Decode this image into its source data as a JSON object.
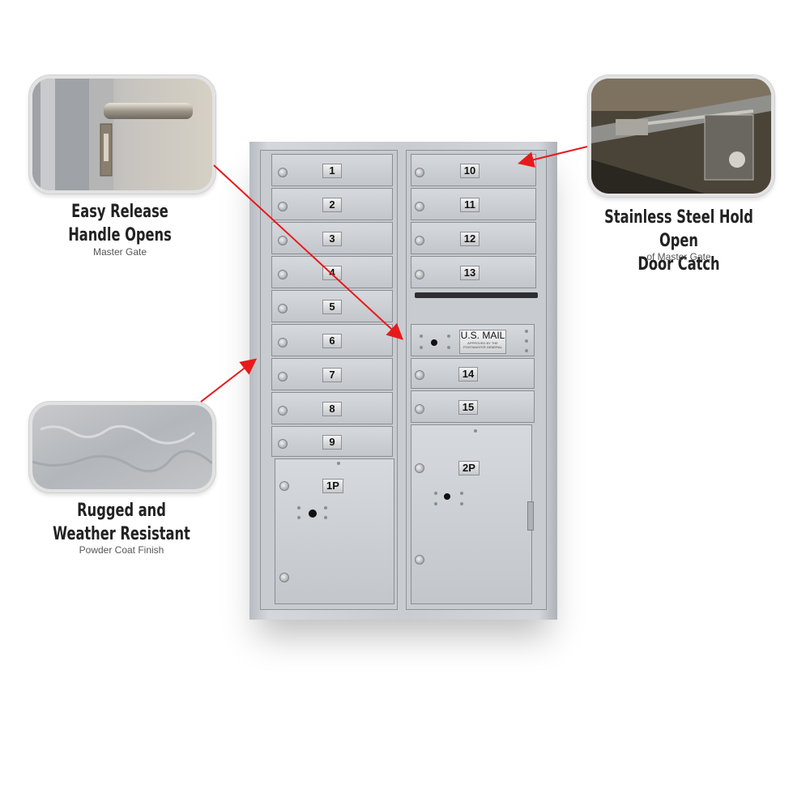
{
  "callouts": {
    "top_left": {
      "title_line1": "Easy Release",
      "title_line2": "Handle Opens",
      "subtitle": "Master Gate",
      "photo_icon": "handle-latch-photo"
    },
    "bottom_left": {
      "title_line1": "Rugged and",
      "title_line2": "Weather Resistant",
      "subtitle": "Powder Coat Finish",
      "photo_icon": "powder-coat-texture-photo"
    },
    "top_right": {
      "title_line1": "Stainless Steel Hold Open",
      "title_line2": "Door Catch",
      "subtitle": "of Master Gate",
      "photo_icon": "door-catch-photo"
    }
  },
  "mailbox": {
    "left_doors": [
      "1",
      "2",
      "3",
      "4",
      "5",
      "6",
      "7",
      "8",
      "9"
    ],
    "right_doors_top": [
      "10",
      "11",
      "12",
      "13"
    ],
    "right_doors_bottom": [
      "14",
      "15"
    ],
    "parcel_left": "1P",
    "parcel_right": "2P",
    "usmail_label": "U.S. MAIL",
    "usmail_sub1": "APPROVED BY THE",
    "usmail_sub2": "POSTMASTER GENERAL"
  },
  "colors": {
    "arrow": "#e8191b",
    "metal": "#c9ccd1"
  }
}
